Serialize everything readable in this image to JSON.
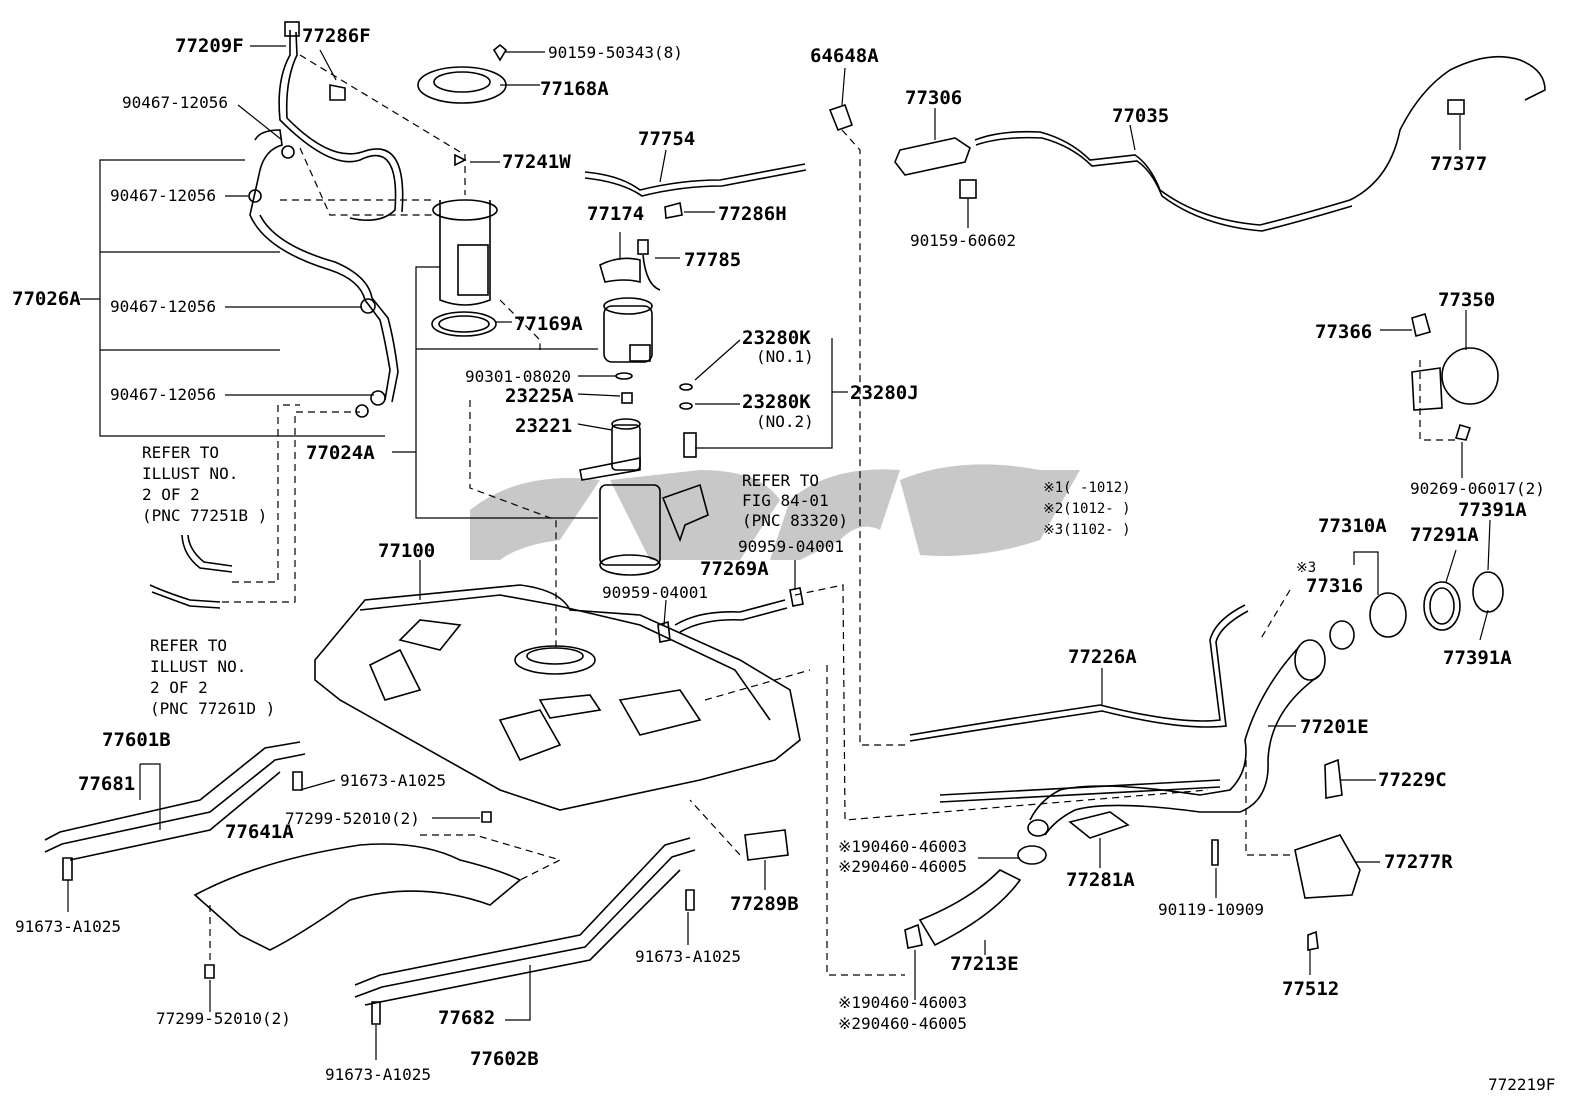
{
  "labels": {
    "l77209F": "77209F",
    "l77286F": "77286F",
    "l9015950343": "90159-50343(8)",
    "l77168A": "77168A",
    "l64648A": "64648A",
    "l77306": "77306",
    "l77035": "77035",
    "l77377": "77377",
    "l9046712056a": "90467-12056",
    "l9046712056b": "90467-12056",
    "l9046712056c": "90467-12056",
    "l9046712056d": "90467-12056",
    "l77241W": "77241W",
    "l77754": "77754",
    "l77174": "77174",
    "l77286H": "77286H",
    "l9015960602": "90159-60602",
    "l77785": "77785",
    "l77026A": "77026A",
    "l77169A": "77169A",
    "l23280K1": "23280K",
    "no1": "(NO.1)",
    "l9030108020": "90301-08020",
    "l23225A": "23225A",
    "l23280K2": "23280K",
    "no2": "(NO.2)",
    "l23280J": "23280J",
    "l23221": "23221",
    "l77024A": "77024A",
    "l77350": "77350",
    "l77366": "77366",
    "l9026906017": "90269-06017(2)",
    "refer1": [
      "REFER TO",
      "ILLUST NO.",
      "2 OF 2",
      "(PNC 77251B )"
    ],
    "refer2": [
      "REFER TO",
      "FIG 84-01",
      "(PNC 83320)"
    ],
    "refer3": [
      "REFER TO",
      "ILLUST NO.",
      "2 OF 2",
      "(PNC 77261D )"
    ],
    "notes": [
      "※1(   -1012)",
      "※2(1012-   )",
      "※3(1102-   )"
    ],
    "l77100": "77100",
    "l9095904001a": "90959-04001",
    "l9095904001b": "90959-04001",
    "l77269A": "77269A",
    "l77310A": "77310A",
    "l77291A": "77291A",
    "l77391Aa": "77391A",
    "l77391Ab": "77391A",
    "star3": "※3",
    "l77316": "77316",
    "l77226A": "77226A",
    "l77201E": "77201E",
    "l77601B": "77601B",
    "l77681": "77681",
    "l91673A1025a": "91673-A1025",
    "l77229C": "77229C",
    "l7729952010a": "77299-52010(2)",
    "l77641A": "77641A",
    "l9046046003a": "※190460-46003",
    "l9046046005a": "※290460-46005",
    "l77277R": "77277R",
    "l77281A": "77281A",
    "l77289B": "77289B",
    "l91673A1025b": "91673-A1025",
    "l9011910909": "90119-10909",
    "l91673A1025c": "91673-A1025",
    "l77213E": "77213E",
    "l7729952010b": "77299-52010(2)",
    "l77512": "77512",
    "l9046046003b": "※190460-46003",
    "l9046046005b": "※290460-46005",
    "l77682": "77682",
    "l77602B": "77602B",
    "l91673A1025d": "91673-A1025",
    "illust_no": "772219F"
  }
}
